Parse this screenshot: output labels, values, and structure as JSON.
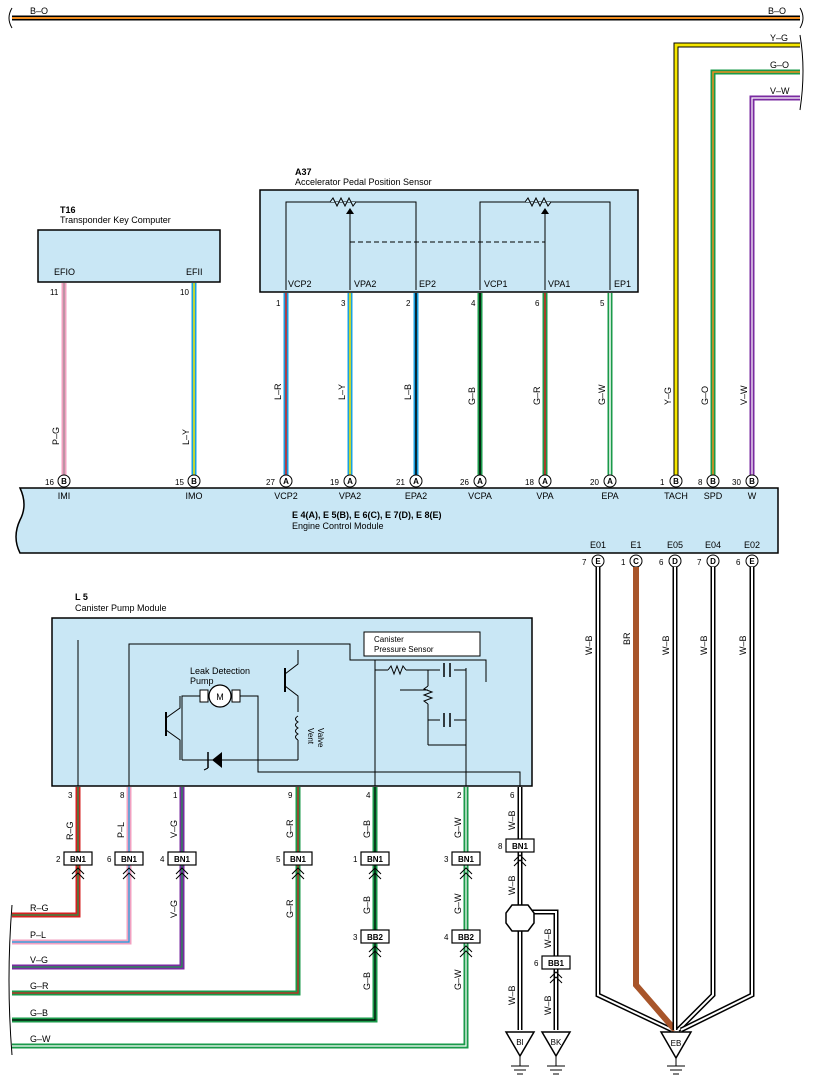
{
  "harness_wires": [
    {
      "label_left": "B–O",
      "label_right": "B–O"
    },
    {
      "label": "Y–G"
    },
    {
      "label": "G–O"
    },
    {
      "label": "V–W"
    }
  ],
  "components": {
    "t16": {
      "code": "T16",
      "name": "Transponder Key Computer",
      "pins": [
        {
          "name": "EFIO",
          "num": "11"
        },
        {
          "name": "EFII",
          "num": "10"
        }
      ]
    },
    "a37": {
      "code": "A37",
      "name": "Accelerator Pedal Position Sensor",
      "pins": [
        {
          "name": "VCP2",
          "num": "1"
        },
        {
          "name": "VPA2",
          "num": "3"
        },
        {
          "name": "EP2",
          "num": "2"
        },
        {
          "name": "VCP1",
          "num": "4"
        },
        {
          "name": "VPA1",
          "num": "6"
        },
        {
          "name": "EP1",
          "num": "5"
        }
      ]
    },
    "ecm": {
      "connectors": "E 4(A), E 5(B), E 6(C), E 7(D), E 8(E)",
      "name": "Engine Control Module",
      "top_pins": [
        {
          "num": "16",
          "conn": "B",
          "name": "IMI"
        },
        {
          "num": "15",
          "conn": "B",
          "name": "IMO"
        },
        {
          "num": "27",
          "conn": "A",
          "name": "VCP2"
        },
        {
          "num": "19",
          "conn": "A",
          "name": "VPA2"
        },
        {
          "num": "21",
          "conn": "A",
          "name": "EPA2"
        },
        {
          "num": "26",
          "conn": "A",
          "name": "VCPA"
        },
        {
          "num": "18",
          "conn": "A",
          "name": "VPA"
        },
        {
          "num": "20",
          "conn": "A",
          "name": "EPA"
        },
        {
          "num": "1",
          "conn": "B",
          "name": "TACH"
        },
        {
          "num": "8",
          "conn": "B",
          "name": "SPD"
        },
        {
          "num": "30",
          "conn": "B",
          "name": "W"
        }
      ],
      "bottom_pins": [
        {
          "num": "7",
          "conn": "E",
          "name": "E01"
        },
        {
          "num": "1",
          "conn": "C",
          "name": "E1"
        },
        {
          "num": "6",
          "conn": "D",
          "name": "E05"
        },
        {
          "num": "7",
          "conn": "D",
          "name": "E04"
        },
        {
          "num": "6",
          "conn": "E",
          "name": "E02"
        }
      ]
    },
    "l5": {
      "code": "L 5",
      "name": "Canister Pump Module",
      "sensor_name": "Canister\nPressure Sensor",
      "pump_name": "Leak Detection\nPump",
      "motor_symbol": "M",
      "valve_name": "Vent\nValve",
      "pins": [
        "3",
        "8",
        "1",
        "9",
        "4",
        "2",
        "6"
      ]
    }
  },
  "wire_labels": {
    "t16_ecm": [
      "P–G",
      "L–Y"
    ],
    "a37_ecm": [
      "L–R",
      "L–Y",
      "L–B",
      "G–B",
      "G–R",
      "G–W"
    ],
    "harness_ecm": [
      "Y–G",
      "G–O",
      "V–W"
    ],
    "ecm_ground": [
      "W–B",
      "BR",
      "W–B",
      "W–B",
      "W–B"
    ],
    "l5_upper": [
      "R–G",
      "P–L",
      "V–G",
      "G–R",
      "G–B",
      "G–W",
      "W–B"
    ],
    "lower_vertical": [
      "V–G",
      "G–R",
      "G–B",
      "G–W",
      "W–B"
    ],
    "lower_vertical2": [
      "G–B",
      "G–W",
      "W–B",
      "W–B"
    ],
    "left_harness": [
      "R–G",
      "P–L",
      "V–G",
      "G–R",
      "G–B",
      "G–W"
    ]
  },
  "connectors": {
    "bn1": [
      {
        "num": "2",
        "name": "BN1"
      },
      {
        "num": "6",
        "name": "BN1"
      },
      {
        "num": "4",
        "name": "BN1"
      },
      {
        "num": "5",
        "name": "BN1"
      },
      {
        "num": "1",
        "name": "BN1"
      },
      {
        "num": "3",
        "name": "BN1"
      },
      {
        "num": "8",
        "name": "BN1"
      }
    ],
    "bb2": [
      {
        "num": "3",
        "name": "BB2"
      },
      {
        "num": "4",
        "name": "BB2"
      }
    ],
    "bb1": {
      "num": "6",
      "name": "BB1"
    }
  },
  "grounds": [
    "BI",
    "BK",
    "EB"
  ],
  "colors": {
    "component_fill": "#c9e7f5",
    "red": "#d42020",
    "pink": "#f2a0c0",
    "blue": "#1aa0e0",
    "yellow": "#f5e600",
    "green": "#1a9a4a",
    "orange": "#f08c1e",
    "violet": "#7a2aa0",
    "brown": "#a8552a",
    "gray": "#999999"
  }
}
